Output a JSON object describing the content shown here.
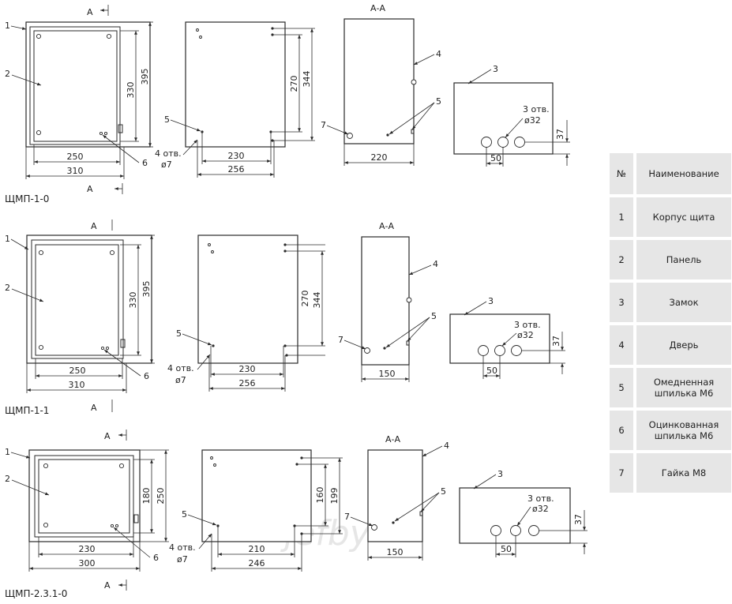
{
  "watermark": "jefby",
  "rows": [
    {
      "model": "ЩМП-1-0",
      "front": {
        "section_mark": "А",
        "callout_1": "1",
        "callout_2": "2",
        "callout_6": "6",
        "h_inner": "330",
        "h_outer": "395",
        "w_inner": "250",
        "w_outer": "310"
      },
      "back": {
        "callout_5": "5",
        "holes_note": "4 отв.",
        "hole_dia": "ø7",
        "h_inner": "270",
        "h_outer": "344",
        "w_inner": "230",
        "w_outer": "256"
      },
      "section": {
        "title": "А-А",
        "callout_4": "4",
        "callout_5": "5",
        "callout_7": "7",
        "depth": "220"
      },
      "lock": {
        "callout_3": "3",
        "holes_note": "3 отв.",
        "hole_dia": "ø32",
        "pitch": "50",
        "offset": "37"
      }
    },
    {
      "model": "ЩМП-1-1",
      "front": {
        "section_mark": "А",
        "callout_1": "1",
        "callout_2": "2",
        "callout_6": "6",
        "h_inner": "330",
        "h_outer": "395",
        "w_inner": "250",
        "w_outer": "310"
      },
      "back": {
        "callout_5": "5",
        "holes_note": "4 отв.",
        "hole_dia": "ø7",
        "h_inner": "270",
        "h_outer": "344",
        "w_inner": "230",
        "w_outer": "256"
      },
      "section": {
        "title": "А-А",
        "callout_4": "4",
        "callout_5": "5",
        "callout_7": "7",
        "depth": "150"
      },
      "lock": {
        "callout_3": "3",
        "holes_note": "3 отв.",
        "hole_dia": "ø32",
        "pitch": "50",
        "offset": "37"
      }
    },
    {
      "model": "ЩМП-2.3.1-0",
      "front": {
        "section_mark": "А",
        "callout_1": "1",
        "callout_2": "2",
        "callout_6": "6",
        "h_inner": "180",
        "h_outer": "250",
        "w_inner": "230",
        "w_outer": "300"
      },
      "back": {
        "callout_5": "5",
        "holes_note": "4 отв.",
        "hole_dia": "ø7",
        "h_inner": "160",
        "h_outer": "199",
        "w_inner": "210",
        "w_outer": "246"
      },
      "section": {
        "title": "А-А",
        "callout_4": "4",
        "callout_5": "5",
        "callout_7": "7",
        "depth": "150"
      },
      "lock": {
        "callout_3": "3",
        "holes_note": "3 отв.",
        "hole_dia": "ø32",
        "pitch": "50",
        "offset": "37"
      }
    }
  ],
  "table": {
    "header": {
      "no": "№",
      "name": "Наименование"
    },
    "items": [
      {
        "no": "1",
        "name": "Корпус щита"
      },
      {
        "no": "2",
        "name": "Панель"
      },
      {
        "no": "3",
        "name": "Замок"
      },
      {
        "no": "4",
        "name": "Дверь"
      },
      {
        "no": "5",
        "name": "Омедненная шпилька М6"
      },
      {
        "no": "6",
        "name": "Оцинкованная шпилька М6"
      },
      {
        "no": "7",
        "name": "Гайка М8"
      }
    ]
  }
}
